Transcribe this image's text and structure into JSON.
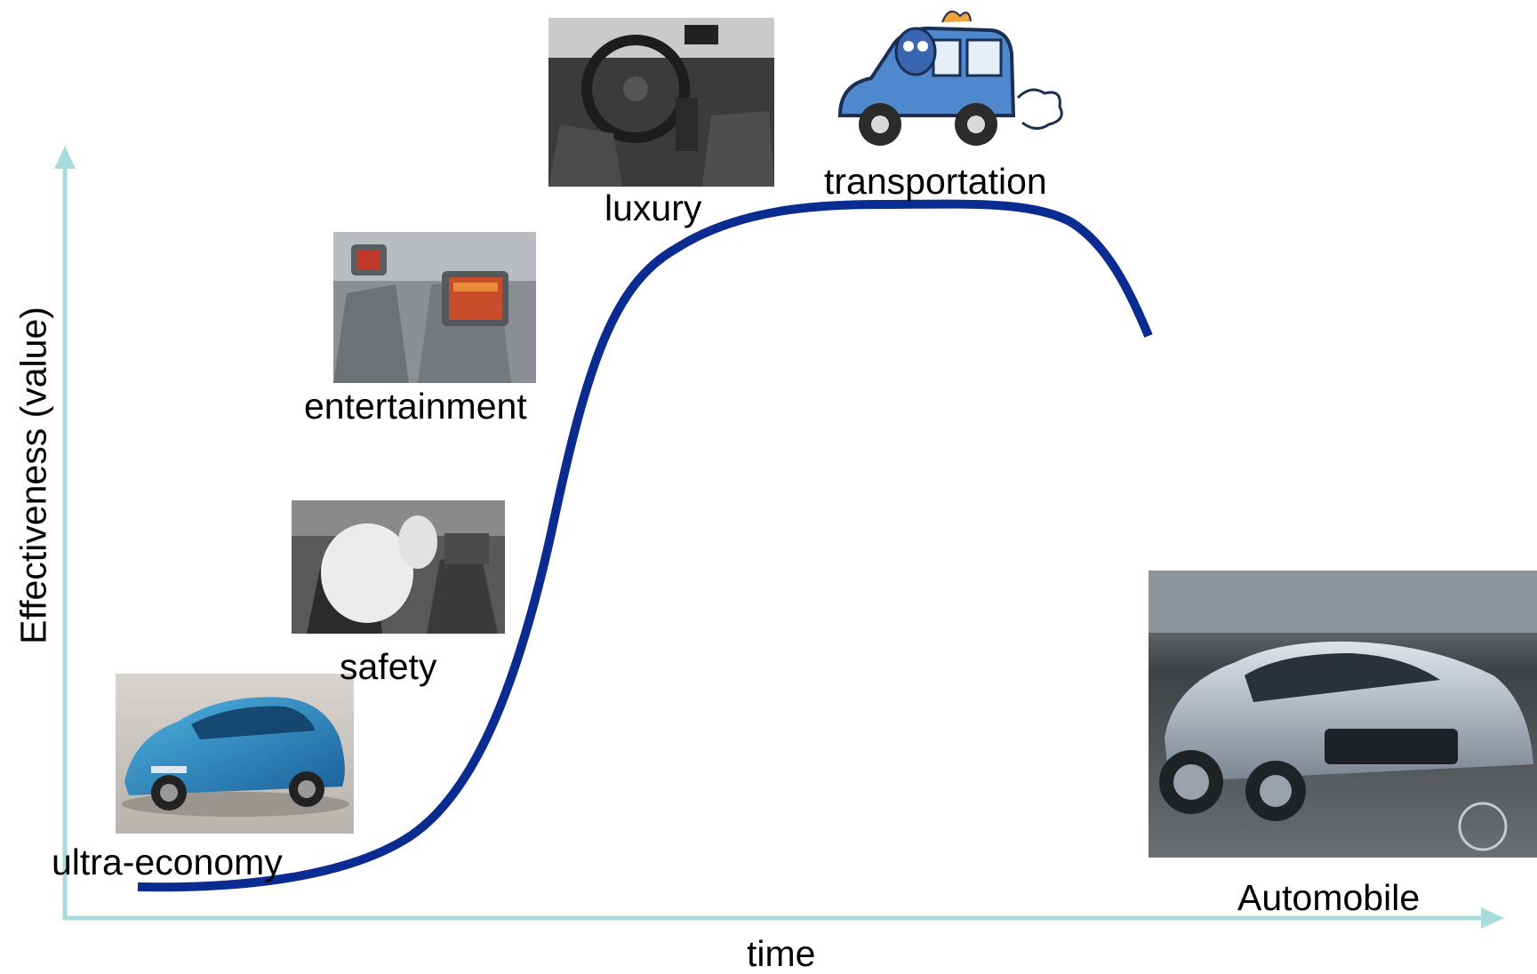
{
  "axes": {
    "y_label": "Effectiveness (value)",
    "x_label": "time",
    "axis_color": "#a8dcdc"
  },
  "curve": {
    "color": "#0a2b8f"
  },
  "stages": [
    {
      "label": "ultra-economy",
      "picture": "blue-concept-car"
    },
    {
      "label": "safety",
      "picture": "deployed-airbag"
    },
    {
      "label": "entertainment",
      "picture": "headrest-screens"
    },
    {
      "label": "luxury",
      "picture": "luxury-car-interior"
    },
    {
      "label": "transportation",
      "picture": "cartoon-car"
    }
  ],
  "product": {
    "label": "Automobile",
    "picture": "silver-sports-car"
  }
}
